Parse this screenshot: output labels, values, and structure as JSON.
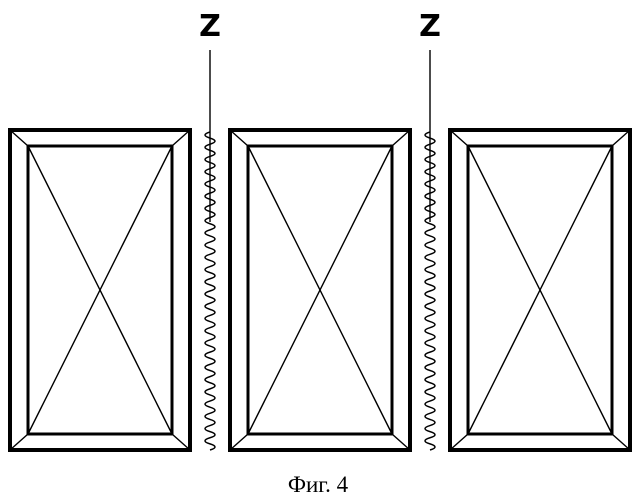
{
  "figure": {
    "caption": "Фиг. 4",
    "labels": [
      "Z",
      "Z"
    ],
    "block_count": 3,
    "spring_count": 2
  },
  "colors": {
    "stroke": "#000000",
    "background": "#ffffff"
  }
}
